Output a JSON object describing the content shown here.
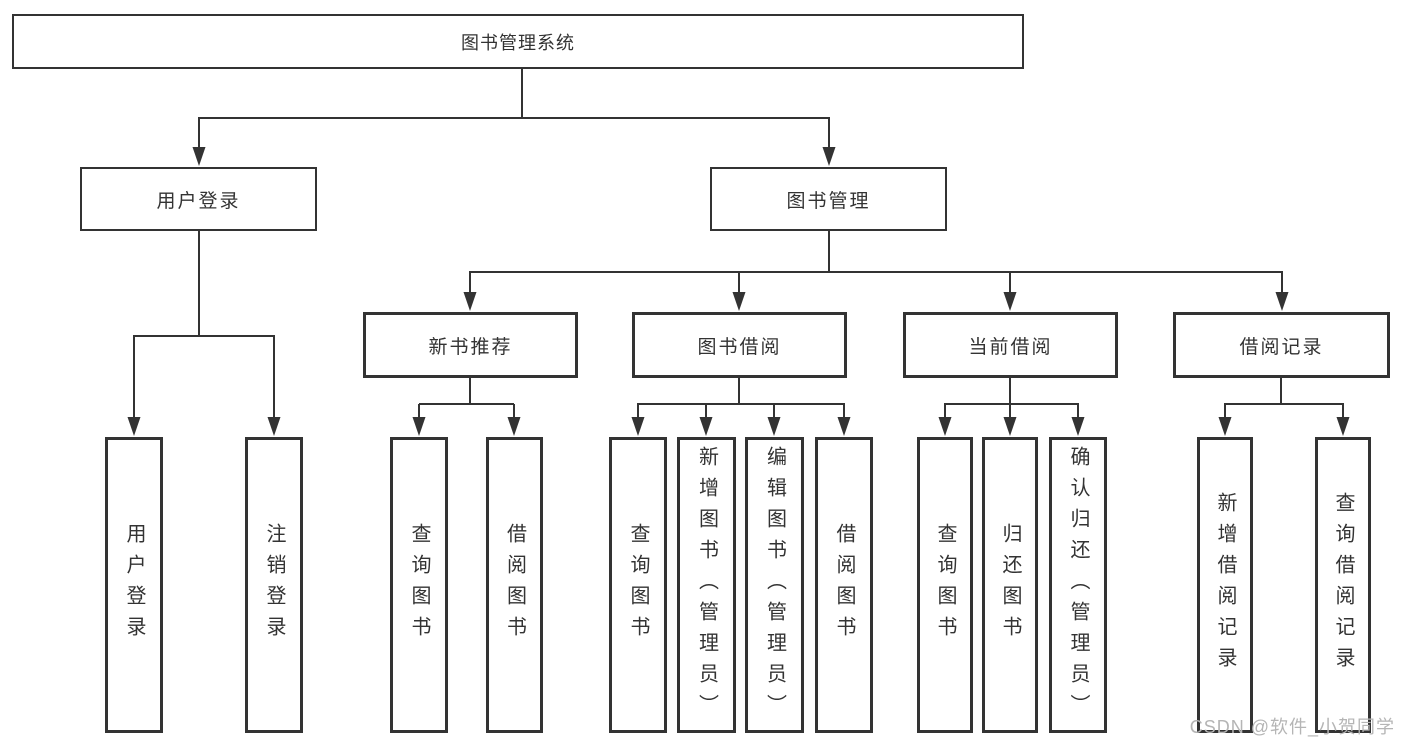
{
  "diagram": {
    "root": {
      "label": "图书管理系统"
    },
    "branches": [
      {
        "label": "用户登录",
        "children": [
          {
            "label": "用户登录"
          },
          {
            "label": "注销登录"
          }
        ]
      },
      {
        "label": "图书管理",
        "groups": [
          {
            "label": "新书推荐",
            "children": [
              {
                "label": "查询图书"
              },
              {
                "label": "借阅图书"
              }
            ]
          },
          {
            "label": "图书借阅",
            "children": [
              {
                "label": "查询图书"
              },
              {
                "label": "新增图书（管理员）"
              },
              {
                "label": "编辑图书（管理员）"
              },
              {
                "label": "借阅图书"
              }
            ]
          },
          {
            "label": "当前借阅",
            "children": [
              {
                "label": "查询图书"
              },
              {
                "label": "归还图书"
              },
              {
                "label": "确认归还（管理员）"
              }
            ]
          },
          {
            "label": "借阅记录",
            "children": [
              {
                "label": "新增借阅记录"
              },
              {
                "label": "查询借阅记录"
              }
            ]
          }
        ]
      }
    ]
  },
  "watermark": {
    "text": "CSDN @软件_小贺同学",
    "color": "#b5b5b5"
  },
  "colors": {
    "line": "#333333",
    "box_border": "#333333",
    "text": "#333333",
    "background": "#ffffff"
  }
}
